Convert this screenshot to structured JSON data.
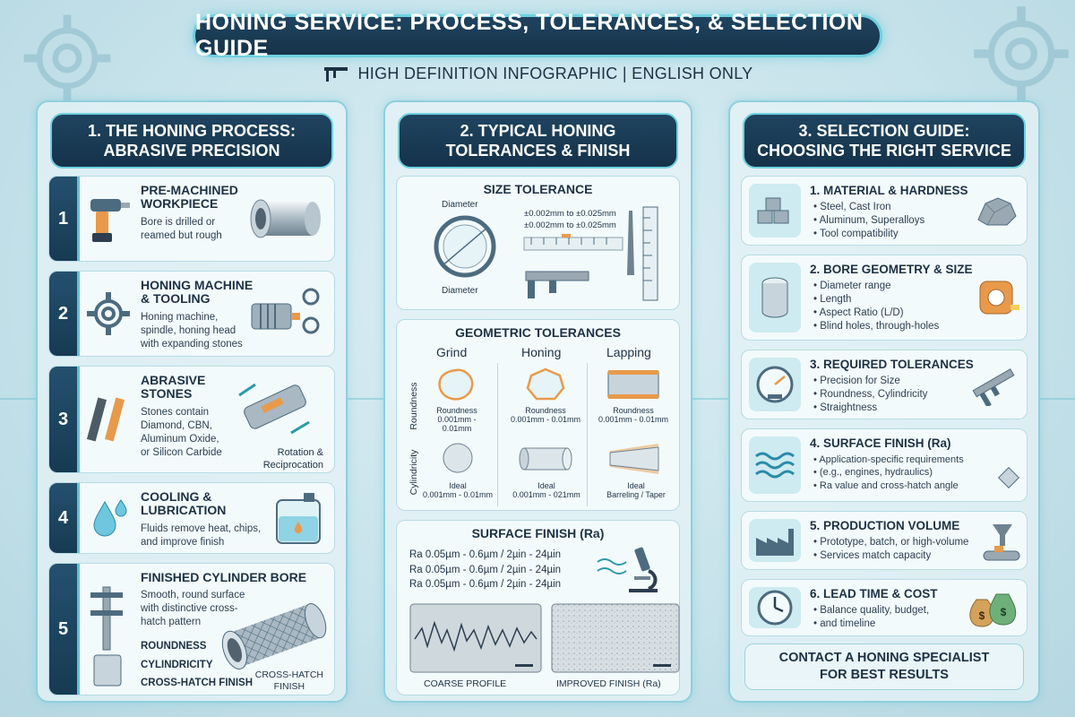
{
  "header": {
    "title": "HONING SERVICE: PROCESS, TOLERANCES, & SELECTION GUIDE",
    "subtitle": "HIGH DEFINITION INFOGRAPHIC | ENGLISH ONLY"
  },
  "process": {
    "heading_line1": "1. THE HONING PROCESS:",
    "heading_line2": "ABRASIVE PRECISION",
    "steps": [
      {
        "num": "1",
        "title_line1": "PRE-MACHINED",
        "title_line2": "WORKPIECE",
        "desc": [
          "Bore is drilled or",
          "reamed but rough"
        ],
        "icon": "drill-icon"
      },
      {
        "num": "2",
        "title_line1": "HONING MACHINE",
        "title_line2": "& TOOLING",
        "desc": [
          "Honing machine,",
          "spindle, honing head",
          "with expanding stones"
        ],
        "icon": "gear-icon"
      },
      {
        "num": "3",
        "title_line1": "ABRASIVE",
        "title_line2": "STONES",
        "desc": [
          "Stones contain",
          "Diamond, CBN,",
          "Aluminum Oxide,",
          "or Silicon Carbide"
        ],
        "icon": "abrasive-stone-icon",
        "extra_line1": "Rotation &",
        "extra_line2": "Reciprocation"
      },
      {
        "num": "4",
        "title_line1": "COOLING &",
        "title_line2": "LUBRICATION",
        "desc": [
          "Fluids remove heat, chips,",
          "and improve finish"
        ],
        "icon": "droplet-icon"
      },
      {
        "num": "5",
        "title_line1": "FINISHED CYLINDER BORE",
        "title_line2": "",
        "desc": [
          "Smooth, round surface",
          "with distinctive cross-",
          "hatch pattern"
        ],
        "icon": "caliper-icon",
        "labels": [
          "ROUNDNESS",
          "CYLINDRICITY",
          "CROSS-HATCH FINISH"
        ],
        "tag_line1": "CROSS-HATCH",
        "tag_line2": "FINISH"
      }
    ]
  },
  "tolerances": {
    "heading_line1": "2. TYPICAL HONING",
    "heading_line2": "TOLERANCES & FINISH",
    "size": {
      "title": "SIZE TOLERANCE",
      "diameter_top": "Diameter",
      "diameter_bottom": "Diameter",
      "range1": "±0.002mm to ±0.025mm",
      "range2": "±0.002mm to ±0.025mm"
    },
    "geometric": {
      "title": "GEOMETRIC TOLERANCES",
      "columns": [
        "Grind",
        "Honing",
        "Lapping"
      ],
      "row_roundness": "Roundness",
      "row_cylindricity": "Cylindricity",
      "roundness_cells": [
        {
          "label": "Roundness",
          "value": "0.001mm - 0.01mm"
        },
        {
          "label": "Roundness",
          "value": "0.001mm - 0.01mm"
        },
        {
          "label": "Roundness",
          "value": "0.001mm - 0.01mm"
        }
      ],
      "cylindricity_cells": [
        {
          "label": "Ideal",
          "value": "0.001mm - 0.01mm"
        },
        {
          "label": "Ideal",
          "value": "0.001mm - 021mm"
        },
        {
          "label": "Ideal",
          "value": "Barreling / Taper"
        }
      ]
    },
    "surface": {
      "title": "SURFACE FINISH (Ra)",
      "lines": [
        "Ra 0.05µm - 0.6µm / 2µin - 24µin",
        "Ra 0.05µm - 0.6µm / 2µin - 24µin",
        "Ra 0.05µm - 0.6µm / 2µin - 24µin"
      ],
      "coarse_label": "COARSE PROFILE",
      "improved_label": "IMPROVED FINISH (Ra)"
    }
  },
  "guide": {
    "heading_line1": "3. SELECTION GUIDE:",
    "heading_line2": "CHOOSING THE RIGHT SERVICE",
    "items": [
      {
        "title": "1. MATERIAL & HARDNESS",
        "bullets": [
          "Steel, Cast Iron",
          "Aluminum, Superalloys",
          "Tool compatibility"
        ]
      },
      {
        "title": "2. BORE GEOMETRY & SIZE",
        "bullets": [
          "Diameter range",
          "Length",
          "Aspect Ratio (L/D)",
          "Blind holes, through-holes"
        ]
      },
      {
        "title": "3. REQUIRED TOLERANCES",
        "bullets": [
          "Precision for Size",
          "Roundness, Cylindricity",
          "Straightness"
        ]
      },
      {
        "title": "4. SURFACE FINISH (Ra)",
        "bullets": [
          "Application-specific requirements",
          "(e.g., engines, hydraulics)",
          "Ra value and cross-hatch angle"
        ]
      },
      {
        "title": "5. PRODUCTION VOLUME",
        "bullets": [
          "Prototype, batch, or high-volume",
          "Services match capacity"
        ]
      },
      {
        "title": "6. LEAD TIME & COST",
        "bullets": [
          "Balance quality, budget,",
          "and timeline"
        ]
      }
    ],
    "contact_line1": "CONTACT A HONING SPECIALIST",
    "contact_line2": "FOR BEST RESULTS"
  },
  "colors": {
    "accent": "#6fd0de",
    "dark": "#1f4460",
    "orange": "#e89a4a"
  }
}
